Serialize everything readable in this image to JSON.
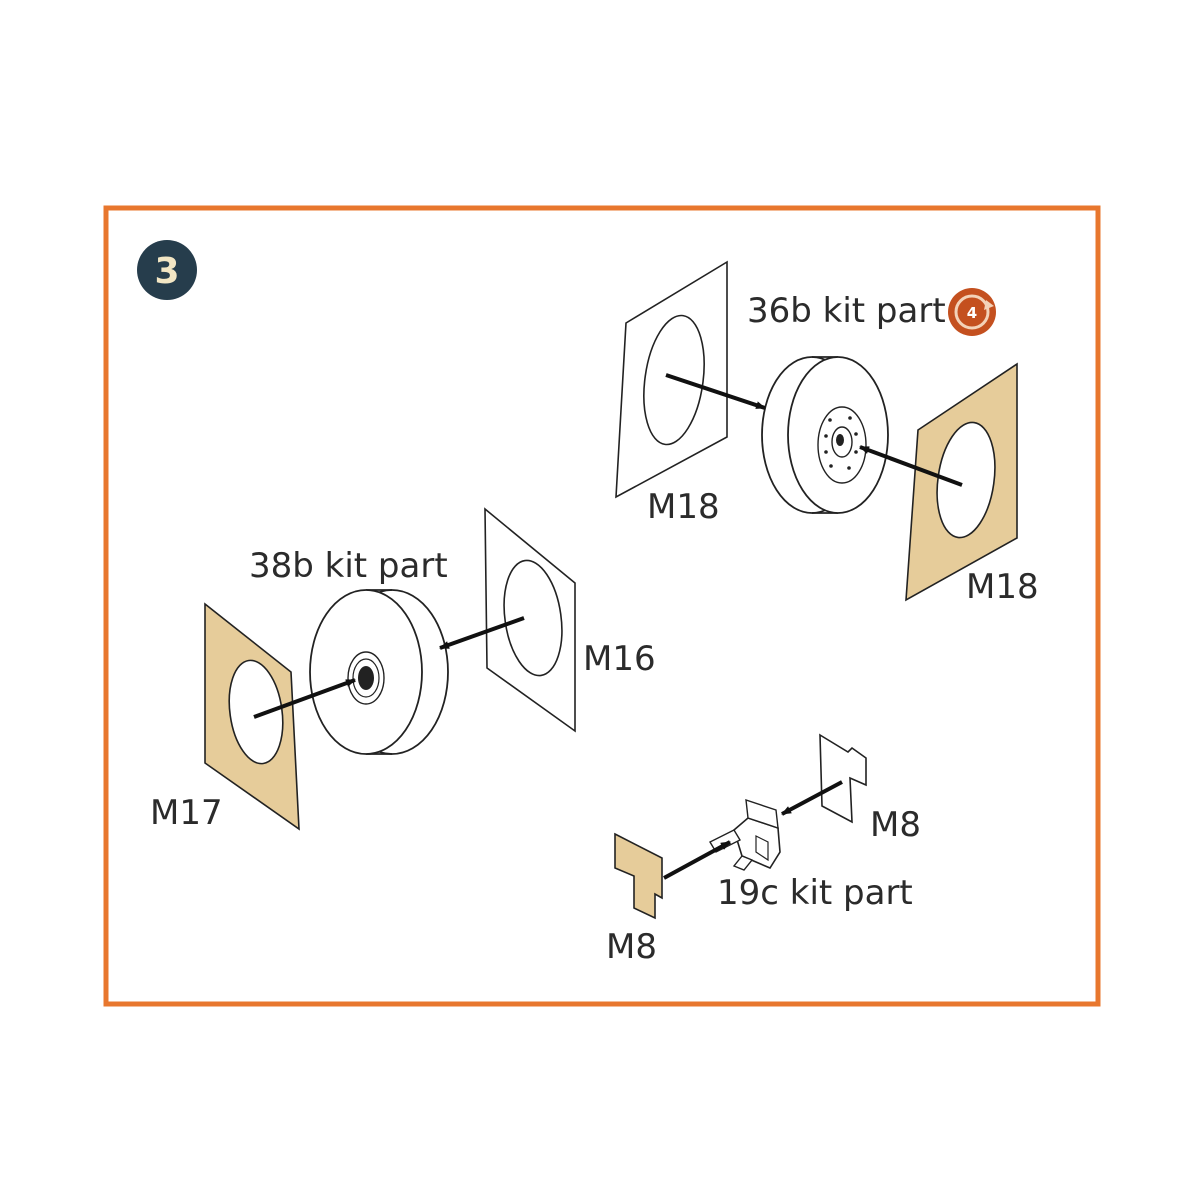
{
  "step": {
    "number": "3"
  },
  "reference_icon": {
    "number": "4"
  },
  "labels": {
    "m18_top": "M18",
    "m18_right": "M18",
    "kit_36b": "36b kit part",
    "kit_38b": "38b kit part",
    "m16": "M16",
    "m17": "M17",
    "m8_right": "M8",
    "m8_left": "M8",
    "kit_19c": "19c kit part"
  },
  "colors": {
    "frame": "#e8772e",
    "step_badge": "#263d4c",
    "photo_etch_tan": "#e6cc9a",
    "reference_icon": "#c4501f",
    "line": "#222222"
  }
}
